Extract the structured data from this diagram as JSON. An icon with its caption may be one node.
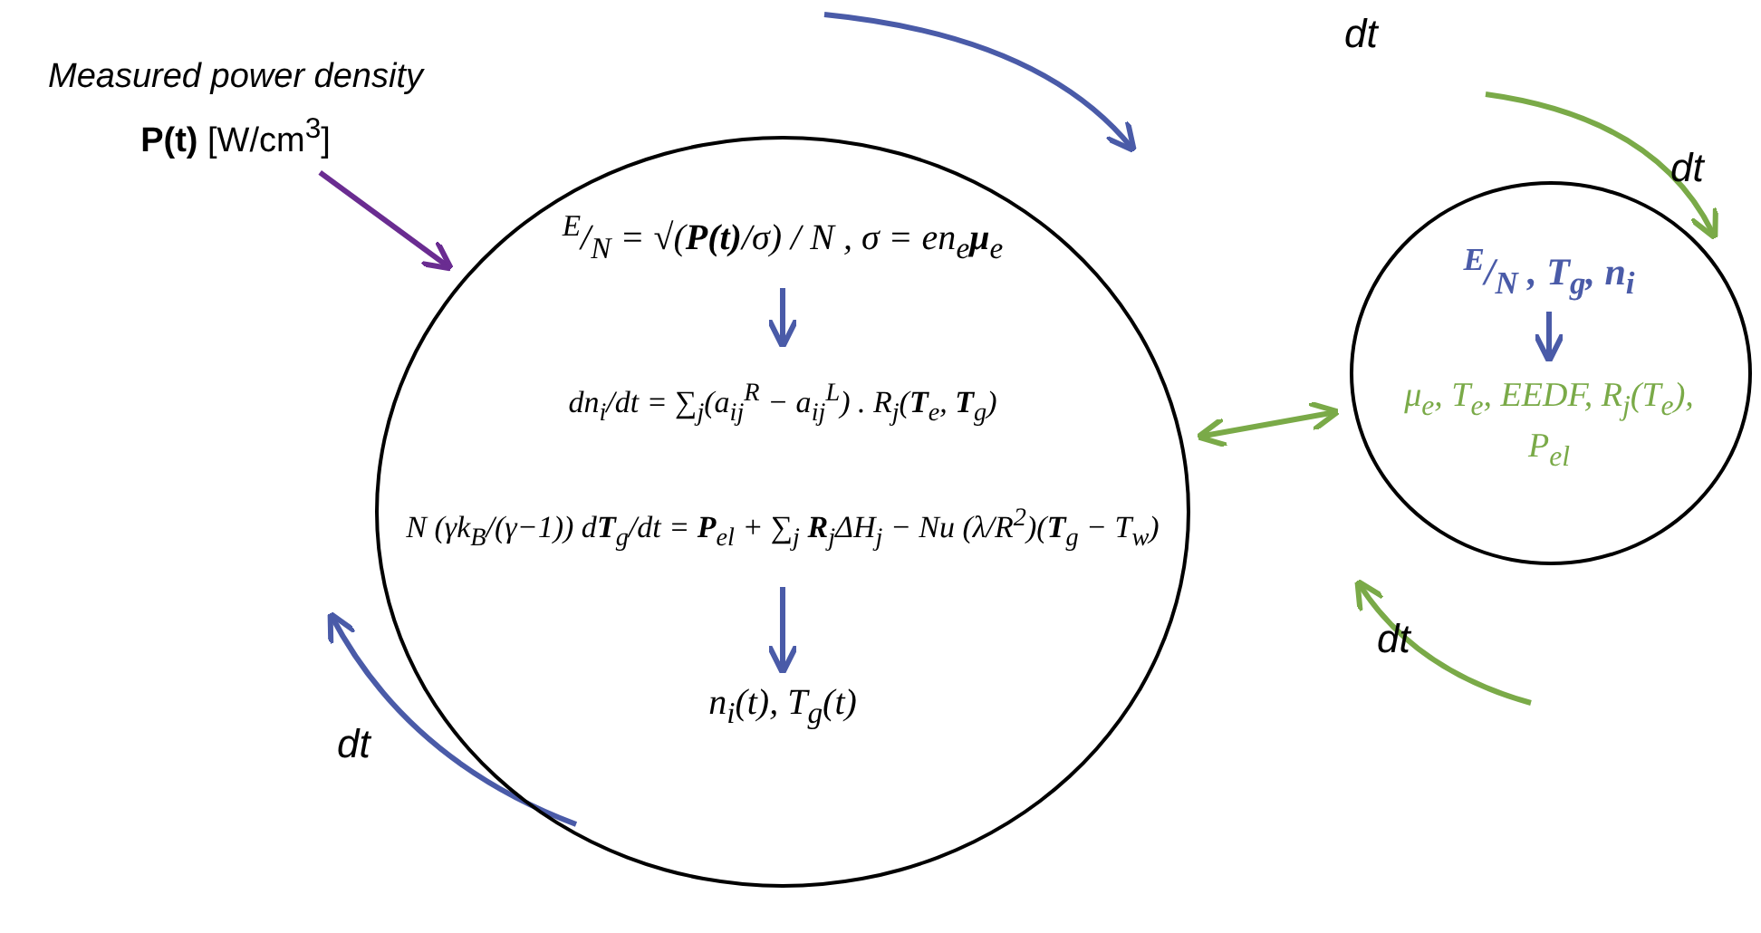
{
  "diagram": {
    "nodes": [
      {
        "text": [],
        "shape": "circle"
      },
      {
        "text": [
          "$^{E}$/$_{N}$ = √(**P(t)**/σ) / N , σ = en$_{e}$**μ**$_{e}$"
        ],
        "in": 0
      },
      {
        "text": [
          "dn$_{i}$/dt = ∑$_{j}$(a$_{ij}$$^{R}$ − a$_{ij}$$^{L}$) . R$_{j}$(**T**$_{e}$, **T**$_{g}$)",
          "N (γk$_{B}$/(γ−1)) d**T**$_{g}$/dt = **P**$_{el}$ + ∑$_{j}$ **R**$_{j}$ΔH$_{j}$ − Nu (λ/R$^{2}$)(**T**$_{g}$ − T$_{w}$)"
        ],
        "in": 0
      },
      {
        "text": [
          "n$_{i}$(t), T$_{g}$(t)"
        ],
        "in": 0
      },
      {
        "text": [],
        "shape": "circle"
      },
      {
        "text": [
          "$^{E}$/$_{N}$ , T$_{g}$, n$_{i}$"
        ],
        "in": 4
      },
      {
        "text": [
          "μ$_{e}$, T$_{e}$, EEDF, R$_{j}$(T$_{e}$), P$_{el}$"
        ],
        "in": 4
      },
      {
        "text": [
          "Measured power density",
          "**P(t)** [W/cm$^{3}$]"
        ]
      }
    ],
    "edges": [
      {
        "from": 1,
        "to": 2,
        "arrow": "to"
      },
      {
        "from": 2,
        "to": 3,
        "arrow": "to"
      },
      {
        "from": 5,
        "to": 6,
        "arrow": "to"
      },
      {
        "from": 0,
        "to": 4,
        "arrow": "both",
        "color": "#7aaa48"
      },
      {
        "from": 7,
        "to": 0,
        "arrow": "to",
        "color": "#6a2c91"
      }
    ],
    "labels": [
      "dt",
      "dt",
      "dt",
      "dt"
    ]
  }
}
